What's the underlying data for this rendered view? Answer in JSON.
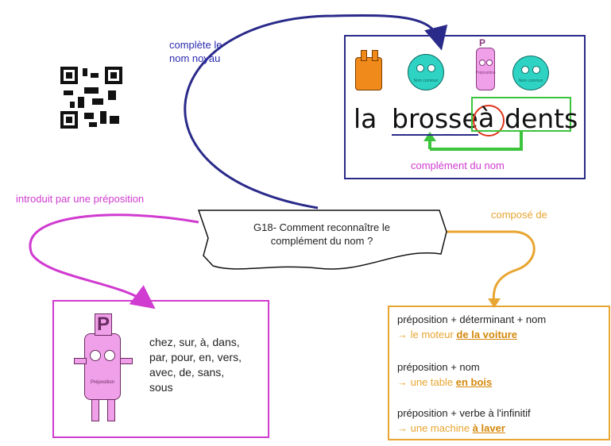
{
  "labels": {
    "blue_line1": "complète le",
    "blue_line2": "nom noyau",
    "pink": "introduit par une préposition",
    "orange": "composé de"
  },
  "title": {
    "line1": "G18- Comment reconnaître le",
    "line2": "complément du nom ?"
  },
  "example": {
    "w1": "la",
    "w2": "brosse",
    "w3": "à",
    "w4": "dents",
    "caption": "complément du nom",
    "mascot_noun_label": "Nom commun",
    "mascot_prep_label": "Préposition"
  },
  "prepositions": {
    "line1": "chez, sur, à, dans,",
    "line2": "par, pour, en, vers,",
    "line3": "avec, de, sans,",
    "line4": "sous",
    "mascot_label": "Préposition"
  },
  "composition": {
    "r1_formula": "préposition + déterminant + nom",
    "r1_example_pre": "→ le moteur ",
    "r1_example_bold": "de la voiture",
    "r2_formula": "préposition + nom",
    "r2_example_pre": "→ une table ",
    "r2_example_bold": "en bois",
    "r3_formula": "préposition + verbe à l'infinitif",
    "r3_example_pre": "→ une machine ",
    "r3_example_bold": "à laver"
  },
  "colors": {
    "blue": "#2a2a8a",
    "pink": "#d03bd0",
    "orange": "#e8a531",
    "green": "#3cc43c",
    "teal_mascot": "#2fd3c3",
    "pink_mascot": "#f0a0e8",
    "orange_mascot": "#f08a1a"
  }
}
